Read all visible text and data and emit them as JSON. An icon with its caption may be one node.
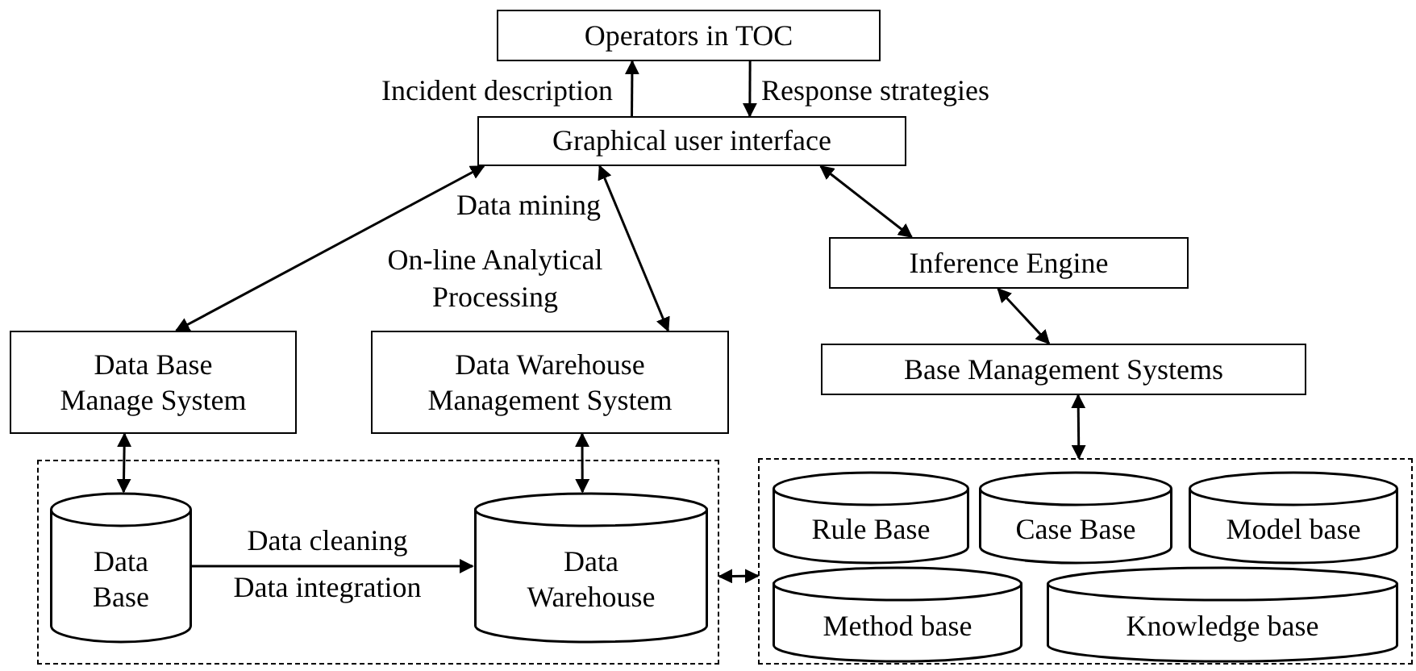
{
  "diagram": {
    "nodes": [
      {
        "text": [
          "Operators in TOC"
        ]
      },
      {
        "text": [
          "Graphical user interface"
        ]
      },
      {
        "text": [
          "Inference Engine"
        ]
      },
      {
        "text": [
          "Data Base Manage System"
        ]
      },
      {
        "text": [
          "Data Warehouse Management System"
        ]
      },
      {
        "text": [
          "Base Management Systems"
        ]
      },
      {
        "text": [],
        "shape": "box"
      },
      {
        "text": [
          "Data Base"
        ],
        "in": 6
      },
      {
        "text": [
          "Data Warehouse"
        ],
        "in": 6
      },
      {
        "text": [],
        "shape": "box"
      },
      {
        "text": [
          "Rule Base"
        ],
        "in": 9
      },
      {
        "text": [
          "Case Base"
        ],
        "in": 9
      },
      {
        "text": [
          "Model base"
        ],
        "in": 9
      },
      {
        "text": [
          "Method base"
        ],
        "in": 9
      },
      {
        "text": [
          "Knowledge base"
        ],
        "in": 9
      }
    ],
    "edges": [
      {
        "from": 1,
        "to": 0,
        "arrow": "to",
        "label": "Incident description"
      },
      {
        "from": 0,
        "to": 1,
        "arrow": "to",
        "label": "Response strategies"
      },
      {
        "from": 1,
        "to": 3,
        "arrow": "both",
        "label": "Data mining"
      },
      {
        "from": 1,
        "to": 4,
        "arrow": "both",
        "label": "On-line Analytical Processing"
      },
      {
        "from": 1,
        "to": 2,
        "arrow": "both"
      },
      {
        "from": 2,
        "to": 5,
        "arrow": "both"
      },
      {
        "from": 3,
        "to": 7,
        "arrow": "both"
      },
      {
        "from": 4,
        "to": 8,
        "arrow": "both"
      },
      {
        "from": 7,
        "to": 8,
        "arrow": "to",
        "label": "Data cleaning Data integration"
      },
      {
        "from": 5,
        "to": 9,
        "arrow": "both"
      },
      {
        "from": 6,
        "to": 9,
        "arrow": "both"
      }
    ]
  }
}
